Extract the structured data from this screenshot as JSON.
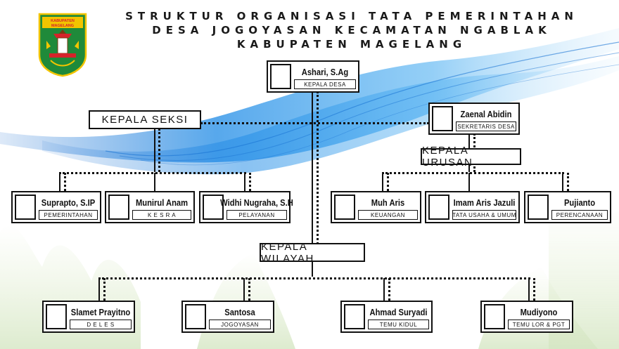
{
  "title": {
    "line1": "STRUKTUR ORGANISASI TATA PEMERINTAHAN",
    "line2": "DESA JOGOYASAN KECAMATAN NGABLAK",
    "line3": "KABUPATEN MAGELANG"
  },
  "logo": {
    "line1": "KABUPATEN",
    "line2": "MAGELANG"
  },
  "kepala_desa": {
    "name": "Ashari, S.Ag",
    "role": "KEPALA DESA"
  },
  "sekretaris": {
    "name": "Zaenal Abidin",
    "role": "SEKRETARIS DESA"
  },
  "headings": {
    "kepala_seksi": "KEPALA SEKSI",
    "kepala_urusan": "KEPALA URUSAN",
    "kepala_wilayah": "KEPALA WILAYAH"
  },
  "seksi": [
    {
      "name": "Suprapto, S.IP",
      "role": "PEMERINTAHAN"
    },
    {
      "name": "Munirul Anam",
      "role": "K E S R A"
    },
    {
      "name": "Widhi Nugraha, S.H",
      "role": "PELAYANAN"
    }
  ],
  "urusan": [
    {
      "name": "Muh Aris",
      "role": "KEUANGAN"
    },
    {
      "name": "Imam Aris Jazuli",
      "role": "TATA USAHA & UMUM"
    },
    {
      "name": "Pujianto",
      "role": "PERENCANAAN"
    }
  ],
  "wilayah": [
    {
      "name": "Slamet Prayitno",
      "role": "D E L E S"
    },
    {
      "name": "Santosa",
      "role": "JOGOYASAN"
    },
    {
      "name": "Ahmad Suryadi",
      "role": "TEMU KIDUL"
    },
    {
      "name": "Mudiyono",
      "role": "TEMU LOR & PGT"
    }
  ],
  "colors": {
    "wave": "#2f8fe0",
    "logo_green": "#1f8a3a",
    "logo_red": "#d6232a",
    "logo_yellow": "#f2c400"
  }
}
